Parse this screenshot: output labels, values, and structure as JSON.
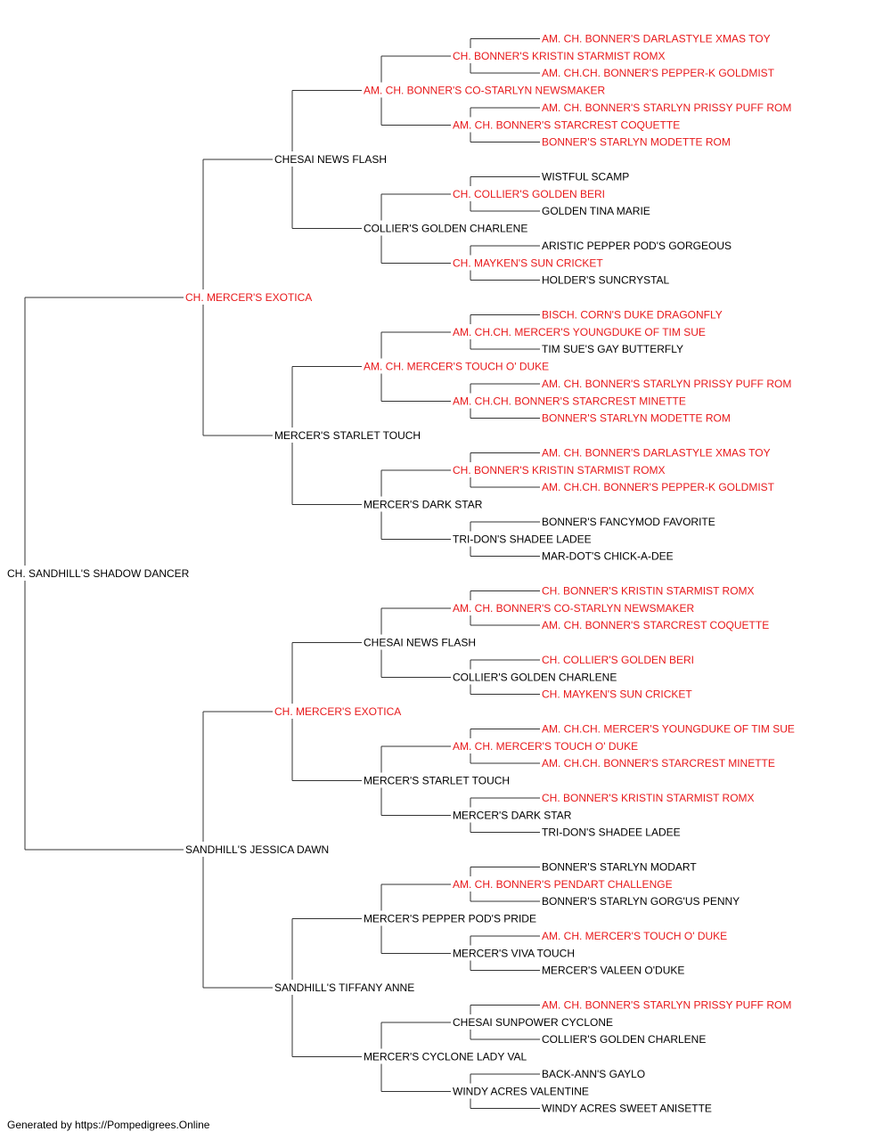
{
  "colors": {
    "champion": "#e8191b",
    "normal": "#000000",
    "line": "#333333"
  },
  "footer": "Generated by https://Pompedigrees.Online",
  "pedigree": {
    "name": "CH. SANDHILL'S SHADOW DANCER",
    "champion": false,
    "sire": {
      "name": "CH. MERCER'S EXOTICA",
      "champion": true,
      "sire": {
        "name": "CHESAI NEWS FLASH",
        "champion": false,
        "sire": {
          "name": "AM. CH. BONNER'S CO-STARLYN NEWSMAKER",
          "champion": true,
          "sire": {
            "name": "CH. BONNER'S KRISTIN STARMIST ROMX",
            "champion": true,
            "sire": {
              "name": "AM. CH. BONNER'S DARLASTYLE XMAS TOY",
              "champion": true
            },
            "dam": {
              "name": "AM. CH.CH. BONNER'S PEPPER-K GOLDMIST",
              "champion": true
            }
          },
          "dam": {
            "name": "AM. CH. BONNER'S STARCREST COQUETTE",
            "champion": true,
            "sire": {
              "name": "AM. CH. BONNER'S STARLYN PRISSY PUFF ROM",
              "champion": true
            },
            "dam": {
              "name": "BONNER'S STARLYN MODETTE ROM",
              "champion": true
            }
          }
        },
        "dam": {
          "name": "COLLIER'S GOLDEN CHARLENE",
          "champion": false,
          "sire": {
            "name": "CH. COLLIER'S GOLDEN BERI",
            "champion": true,
            "sire": {
              "name": "WISTFUL SCAMP",
              "champion": false
            },
            "dam": {
              "name": "GOLDEN TINA MARIE",
              "champion": false
            }
          },
          "dam": {
            "name": "CH. MAYKEN'S SUN CRICKET",
            "champion": true,
            "sire": {
              "name": "ARISTIC PEPPER POD'S GORGEOUS",
              "champion": false
            },
            "dam": {
              "name": "HOLDER'S SUNCRYSTAL",
              "champion": false
            }
          }
        }
      },
      "dam": {
        "name": "MERCER'S STARLET TOUCH",
        "champion": false,
        "sire": {
          "name": "AM. CH. MERCER'S TOUCH O' DUKE",
          "champion": true,
          "sire": {
            "name": "AM. CH.CH. MERCER'S YOUNGDUKE OF TIM SUE",
            "champion": true,
            "sire": {
              "name": "BISCH. CORN'S DUKE DRAGONFLY",
              "champion": true
            },
            "dam": {
              "name": "TIM SUE'S GAY BUTTERFLY",
              "champion": false
            }
          },
          "dam": {
            "name": "AM. CH.CH. BONNER'S STARCREST MINETTE",
            "champion": true,
            "sire": {
              "name": "AM. CH. BONNER'S STARLYN PRISSY PUFF ROM",
              "champion": true
            },
            "dam": {
              "name": "BONNER'S STARLYN MODETTE ROM",
              "champion": true
            }
          }
        },
        "dam": {
          "name": "MERCER'S DARK STAR",
          "champion": false,
          "sire": {
            "name": "CH. BONNER'S KRISTIN STARMIST ROMX",
            "champion": true,
            "sire": {
              "name": "AM. CH. BONNER'S DARLASTYLE XMAS TOY",
              "champion": true
            },
            "dam": {
              "name": "AM. CH.CH. BONNER'S PEPPER-K GOLDMIST",
              "champion": true
            }
          },
          "dam": {
            "name": "TRI-DON'S SHADEE LADEE",
            "champion": false,
            "sire": {
              "name": "BONNER'S FANCYMOD FAVORITE",
              "champion": false
            },
            "dam": {
              "name": "MAR-DOT'S CHICK-A-DEE",
              "champion": false
            }
          }
        }
      }
    },
    "dam": {
      "name": "SANDHILL'S JESSICA DAWN",
      "champion": false,
      "sire": {
        "name": "CH. MERCER'S EXOTICA",
        "champion": true,
        "sire": {
          "name": "CHESAI NEWS FLASH",
          "champion": false,
          "sire": {
            "name": "AM. CH. BONNER'S CO-STARLYN NEWSMAKER",
            "champion": true,
            "sire": {
              "name": "CH. BONNER'S KRISTIN STARMIST ROMX",
              "champion": true
            },
            "dam": {
              "name": "AM. CH. BONNER'S STARCREST COQUETTE",
              "champion": true
            }
          },
          "dam": {
            "name": "COLLIER'S GOLDEN CHARLENE",
            "champion": false,
            "sire": {
              "name": "CH. COLLIER'S GOLDEN BERI",
              "champion": true
            },
            "dam": {
              "name": "CH. MAYKEN'S SUN CRICKET",
              "champion": true
            }
          }
        },
        "dam": {
          "name": "MERCER'S STARLET TOUCH",
          "champion": false,
          "sire": {
            "name": "AM. CH. MERCER'S TOUCH O' DUKE",
            "champion": true,
            "sire": {
              "name": "AM. CH.CH. MERCER'S YOUNGDUKE OF TIM SUE",
              "champion": true
            },
            "dam": {
              "name": "AM. CH.CH. BONNER'S STARCREST MINETTE",
              "champion": true
            }
          },
          "dam": {
            "name": "MERCER'S DARK STAR",
            "champion": false,
            "sire": {
              "name": "CH. BONNER'S KRISTIN STARMIST ROMX",
              "champion": true
            },
            "dam": {
              "name": "TRI-DON'S SHADEE LADEE",
              "champion": false
            }
          }
        }
      },
      "dam": {
        "name": "SANDHILL'S TIFFANY ANNE",
        "champion": false,
        "sire": {
          "name": "MERCER'S PEPPER POD'S PRIDE",
          "champion": false,
          "sire": {
            "name": "AM. CH. BONNER'S PENDART CHALLENGE",
            "champion": true,
            "sire": {
              "name": "BONNER'S STARLYN MODART",
              "champion": false
            },
            "dam": {
              "name": "BONNER'S STARLYN GORG'US PENNY",
              "champion": false
            }
          },
          "dam": {
            "name": "MERCER'S VIVA TOUCH",
            "champion": false,
            "sire": {
              "name": "AM. CH. MERCER'S TOUCH O' DUKE",
              "champion": true
            },
            "dam": {
              "name": "MERCER'S VALEEN O'DUKE",
              "champion": false
            }
          }
        },
        "dam": {
          "name": "MERCER'S CYCLONE LADY VAL",
          "champion": false,
          "sire": {
            "name": "CHESAI SUNPOWER CYCLONE",
            "champion": false,
            "sire": {
              "name": "AM. CH. BONNER'S STARLYN PRISSY PUFF ROM",
              "champion": true
            },
            "dam": {
              "name": "COLLIER'S GOLDEN CHARLENE",
              "champion": false
            }
          },
          "dam": {
            "name": "WINDY ACRES VALENTINE",
            "champion": false,
            "sire": {
              "name": "BACK-ANN'S GAYLO",
              "champion": false
            },
            "dam": {
              "name": "WINDY ACRES SWEET ANISETTE",
              "champion": false
            }
          }
        }
      }
    }
  }
}
